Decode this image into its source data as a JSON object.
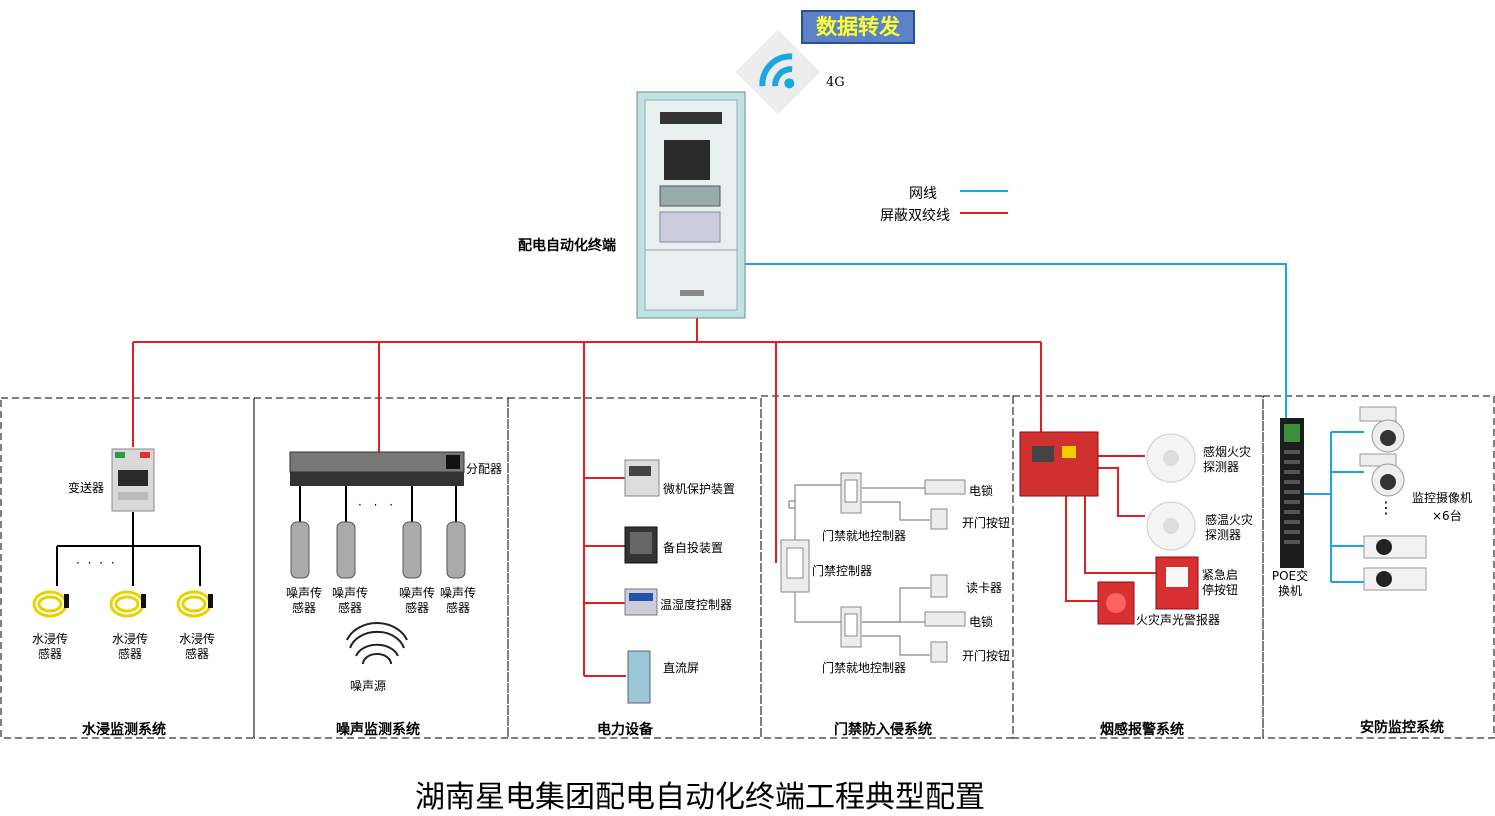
{
  "header": {
    "forward_badge": "数据转发",
    "signal_label": "4G",
    "terminal_label": "配电自动化终端"
  },
  "legend": {
    "items": [
      {
        "label": "网线",
        "color": "#1aa7e0"
      },
      {
        "label": "屏蔽双绞线",
        "color": "#e02020"
      }
    ]
  },
  "systems": [
    {
      "title": "水浸监测系统",
      "labels": {
        "transmitter": "变送器",
        "sensor1": "水浸传感器",
        "sensor2": "水浸传感器",
        "sensor3": "水浸传感器",
        "dots": "·  ·  ·  ·"
      }
    },
    {
      "title": "噪声监测系统",
      "labels": {
        "splitter": "分配器",
        "sensor": "噪声传感器",
        "source": "噪声源",
        "dots": "·  ·  ·"
      }
    },
    {
      "title": "电力设备",
      "items": [
        "微机保护装置",
        "备自投装置",
        "温湿度控制器",
        "直流屏"
      ]
    },
    {
      "title": "门禁防入侵系统",
      "labels": {
        "local_ctrl": "门禁就地控制器",
        "main_ctrl": "门禁控制器",
        "lock": "电锁",
        "open_btn": "开门按钮",
        "reader": "读卡器"
      }
    },
    {
      "title": "烟感报警系统",
      "labels": {
        "smoke": "感烟火灾探测器",
        "heat": "感温火灾探测器",
        "emergency": "紧急启停按钮",
        "alarm": "火灾声光警报器"
      }
    },
    {
      "title": "安防监控系统",
      "labels": {
        "poe": "POE交换机",
        "cameras": "监控摄像机",
        "count": "×6台"
      }
    }
  ],
  "footer": {
    "title": "湖南星电集团配电自动化终端工程典型配置"
  },
  "colors": {
    "red": "#e02020",
    "blue": "#1aa7e0",
    "badge": "#5b82c6",
    "badge_text": "#ffff33"
  }
}
